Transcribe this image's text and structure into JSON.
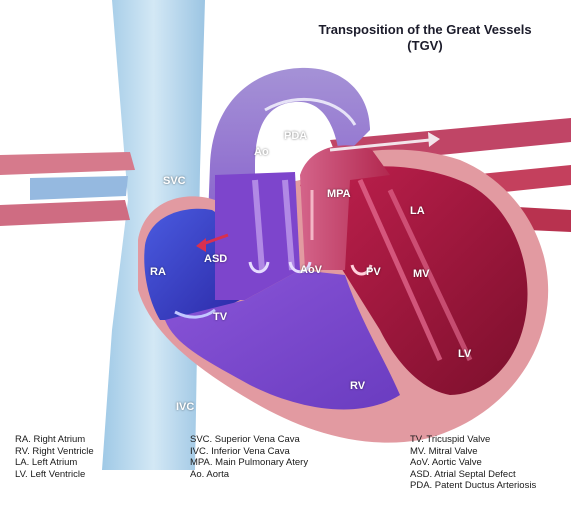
{
  "title": {
    "line1": "Transposition of the Great Vessels",
    "line2": "(TGV)"
  },
  "labels": {
    "svc": "SVC",
    "ao": "Ao",
    "pda": "PDA",
    "mpa": "MPA",
    "la": "LA",
    "ra": "RA",
    "asd": "ASD",
    "aov": "AoV",
    "pv": "PV",
    "mv": "MV",
    "tv": "TV",
    "lv": "LV",
    "rv": "RV",
    "ivc": "IVC"
  },
  "legend": {
    "col1": [
      "RA. Right Atrium",
      "RV. Right Ventricle",
      "LA. Left Atrium",
      "LV. Left Ventricle"
    ],
    "col2": [
      "SVC. Superior Vena Cava",
      "IVC. Inferior Vena Cava",
      "MPA. Main Pulmonary Atery",
      "Ao. Aorta"
    ],
    "col3": [
      "TV. Tricuspid Valve",
      "MV. Mitral Valve",
      "AoV. Aortic Valve",
      "ASD. Atrial Septal Defect",
      "PDA. Patent Ductus Arteriosis"
    ]
  },
  "colors": {
    "deoxygenated_blue": "#3f4bc9",
    "vena_cava_light_blue": "#b9dbef",
    "aorta_purple": "#7b45c8",
    "oxygenated_red": "#a0143a",
    "myocardium_pink": "#e59a9f"
  }
}
